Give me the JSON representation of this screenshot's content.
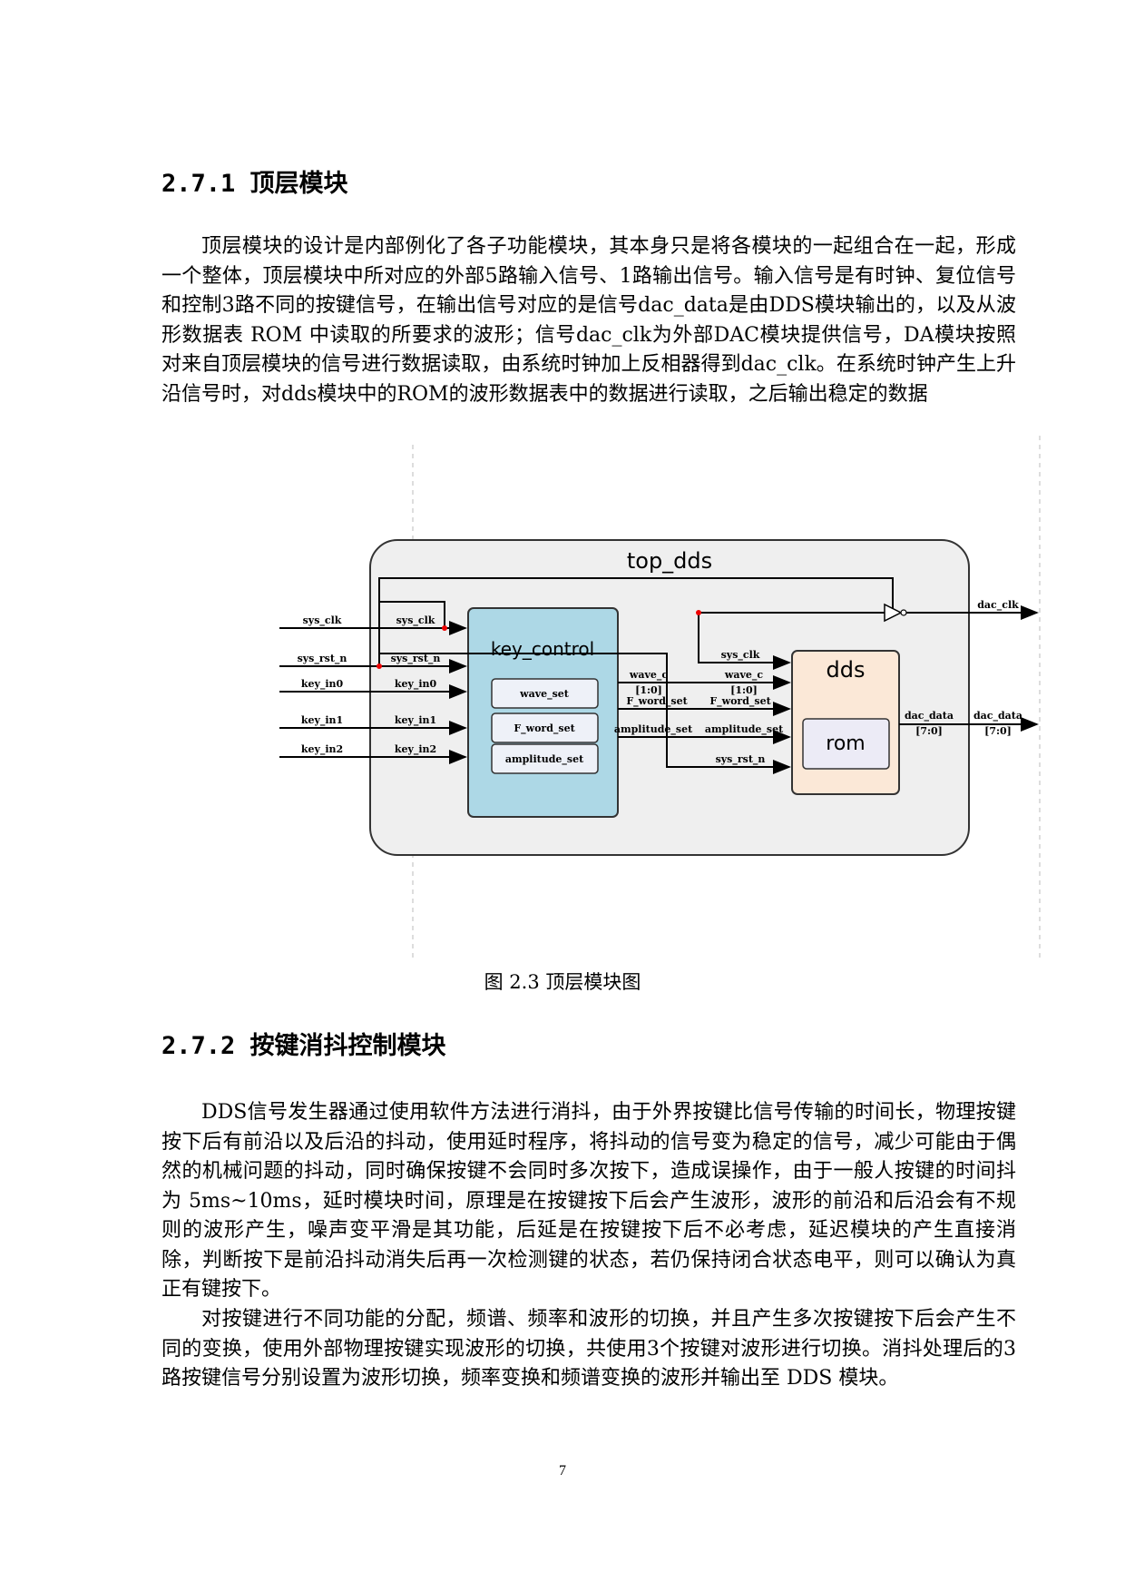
{
  "section1": {
    "heading": "2.7.1 顶层模块",
    "paragraph": "顶层模块的设计是内部例化了各子功能模块，其本身只是将各模块的一起组合在一起，形成一个整体，顶层模块中所对应的外部5路输入信号、1路输出信号。输入信号是有时钟、复位信号和控制3路不同的按键信号，在输出信号对应的是信号dac_data是由DDS模块输出的，以及从波形数据表 ROM 中读取的所要求的波形；信号dac_clk为外部DAC模块提供信号，DA模块按照对来自顶层模块的信号进行数据读取，由系统时钟加上反相器得到dac_clk。在系统时钟产生上升沿信号时，对dds模块中的ROM的波形数据表中的数据进行读取，之后输出稳定的数据"
  },
  "figure": {
    "caption": "图 2.3 顶层模块图",
    "top_title": "top_dds",
    "key_control_title": "key_control",
    "dds_title": "dds",
    "rom_label": "rom",
    "submodules": [
      "wave_set",
      "F_word_set",
      "amplitude_set"
    ],
    "inputs": [
      "sys_clk",
      "sys_rst_n",
      "key_in0",
      "key_in1",
      "key_in2"
    ],
    "inner_inputs": [
      "sys_clk",
      "sys_rst_n",
      "key_in0",
      "key_in1",
      "key_in2"
    ],
    "kc_out_labels": [
      "wave_c",
      "[1:0]",
      "F_word_set",
      "amplitude_set"
    ],
    "dds_in_labels": [
      "sys_clk",
      "wave_c",
      "[1:0]",
      "F_word_set",
      "amplitude_set",
      "sys_rst_n"
    ],
    "dac_data_inner": [
      "dac_data",
      "[7:0]"
    ],
    "dac_data_outer": [
      "dac_data",
      "[7:0]"
    ],
    "dac_clk": "dac_clk"
  },
  "section2": {
    "heading": "2.7.2 按键消抖控制模块",
    "paragraph1": "DDS信号发生器通过使用软件方法进行消抖，由于外界按键比信号传输的时间长，物理按键按下后有前沿以及后沿的抖动，使用延时程序，将抖动的信号变为稳定的信号，减少可能由于偶然的机械问题的抖动，同时确保按键不会同时多次按下，造成误操作，由于一般人按键的时间抖为 5ms~10ms，延时模块时间，原理是在按键按下后会产生波形，波形的前沿和后沿会有不规则的波形产生，噪声变平滑是其功能，后延是在按键按下后不必考虑，延迟模块的产生直接消除，判断按下是前沿抖动消失后再一次检测键的状态，若仍保持闭合状态电平，则可以确认为真正有键按下。",
    "paragraph2": "对按键进行不同功能的分配，频谱、频率和波形的切换，并且产生多次按键按下后会产生不同的变换，使用外部物理按键实现波形的切换，共使用3个按键对波形进行切换。消抖处理后的3路按键信号分别设置为波形切换，频率变换和频谱变换的波形并输出至 DDS 模块。"
  },
  "page_number": "7"
}
